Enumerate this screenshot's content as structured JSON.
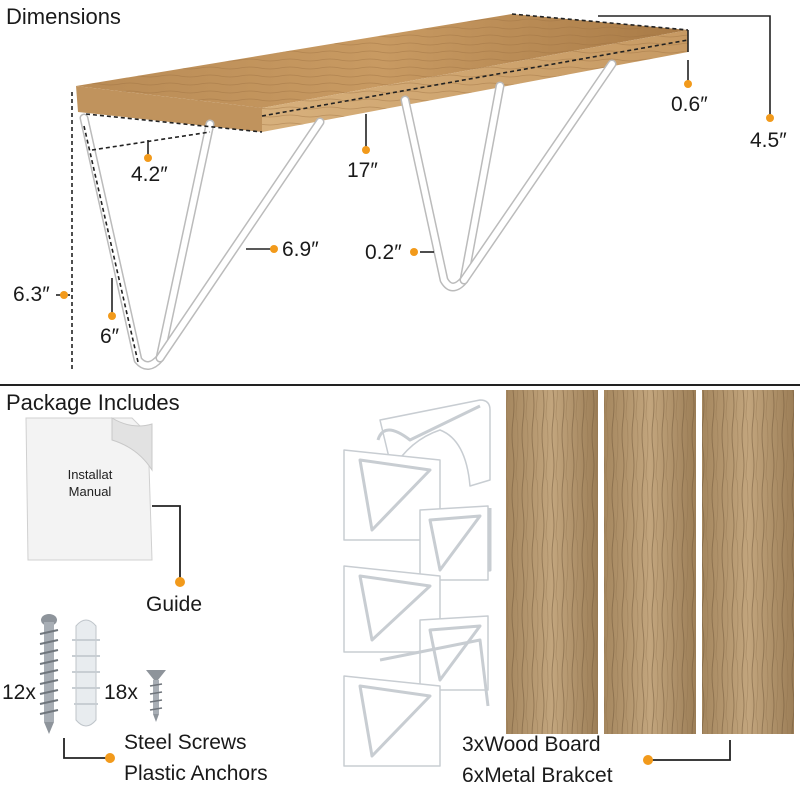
{
  "dimensions_section": {
    "title": "Dimensions",
    "labels": {
      "thickness": "0.6″",
      "depth": "4.5″",
      "bracket_top": "4.2″",
      "length": "17″",
      "bracket_diagonal": "6.9″",
      "rod": "0.2″",
      "total_height": "6.3″",
      "bracket_height": "6″"
    }
  },
  "package_section": {
    "title": "Package Includes",
    "manual": {
      "line1": "Installat",
      "line2": "Manual"
    },
    "guide_label": "Guide",
    "screws_qty": "12x",
    "anchors_qty": "18x",
    "screws_label": "Steel Screws",
    "anchors_label": "Plastic Anchors",
    "boards_qty": "3x",
    "boards_label": "Wood Board",
    "brackets_qty": "6x",
    "brackets_label": "Metal Brakcet"
  },
  "colors": {
    "callout_dot": "#f29a1b",
    "wood_light": "#c9a16c",
    "wood_dark": "#8a6a45",
    "bracket": "#ffffff",
    "line": "#222222"
  }
}
